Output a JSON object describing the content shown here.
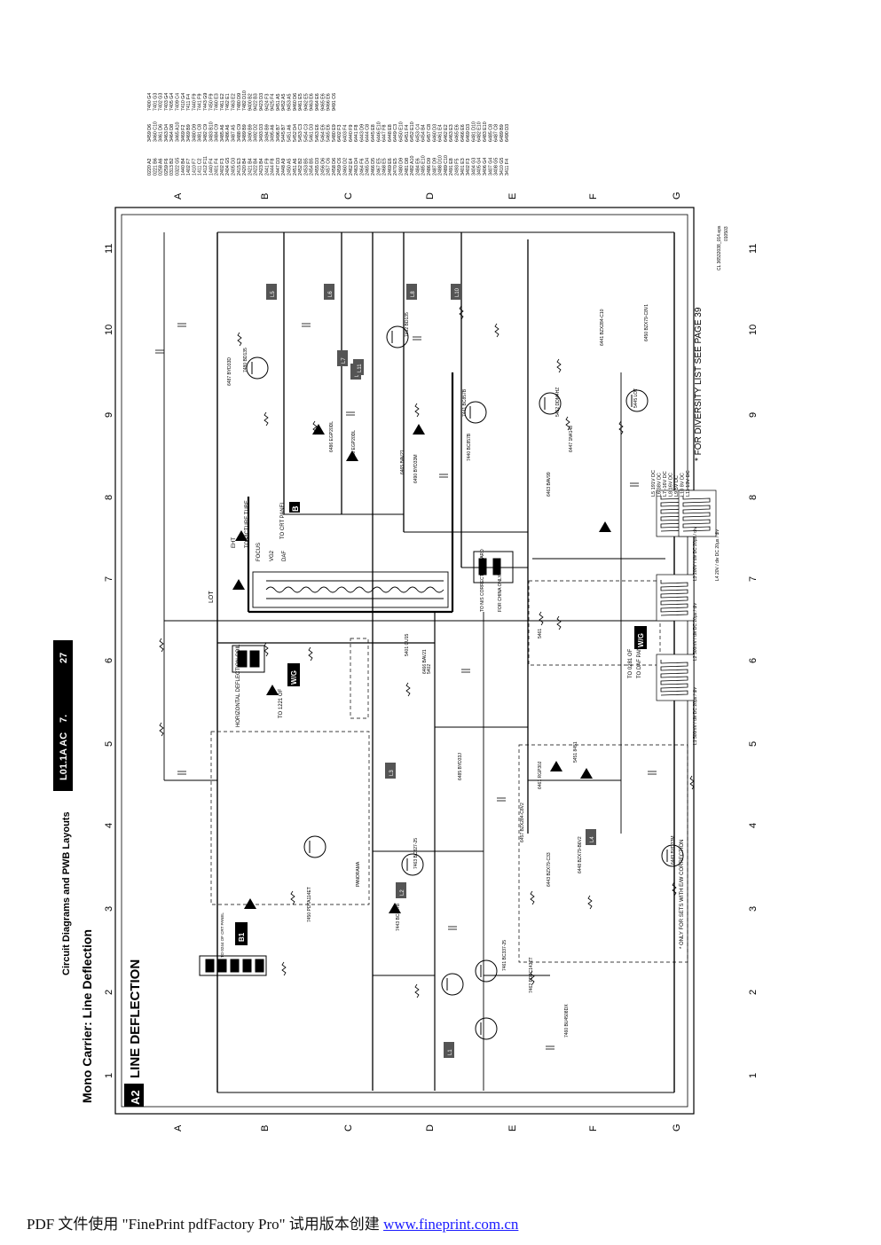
{
  "header": {
    "section": "Circuit Diagrams and PWB Layouts",
    "model": "L01.1A AC",
    "chapter": "7.",
    "page": "27"
  },
  "title": {
    "main": "Mono Carrier: Line Deflection",
    "code": "A2",
    "name": "LINE DEFLECTION"
  },
  "grid": {
    "columns": [
      "1",
      "2",
      "3",
      "4",
      "5",
      "6",
      "7",
      "8",
      "9",
      "10",
      "11"
    ],
    "rows": [
      "A",
      "B",
      "C",
      "D",
      "E",
      "F",
      "G"
    ]
  },
  "labels": {
    "diversity": "* FOR DIVERSITY LIST SEE PAGE 39",
    "ew_note": "*  ONLY FOR SETS WITH E/W CORRECTION",
    "crt_panel": "TO CRT PANEL",
    "crt_panel_box": "B",
    "picture_tube": "TO PICTURE TUBE",
    "focus": "FOCUS",
    "vg2": "VG2",
    "daf": "DAF",
    "eht": "EHT",
    "lot": "LOT",
    "hor_def": "HORIZONTAL DEFLECTION COIL",
    "to_1221": "TO 1221 OF",
    "wg": "W/G",
    "to_0281": "TO 0281 OF",
    "daf_panel": "TO DAF PANEL",
    "daf_wg": "W/G",
    "ns_corr": "TO N/S CORRECTION BOARD",
    "for_china": "FOR CHINA ONLY",
    "panorama": "PANORAMA",
    "to_b1": "TO 0244 OF CRT PANEL",
    "b1": "B1",
    "file": "CL 36532038_014.eps",
    "date": "010503"
  },
  "components": [
    "7460 BU4508DX",
    "7462 PDTC143ZT",
    "7461 BC337-25",
    "7463 BC327-25",
    "7480 BD135",
    "7482 BD135",
    "7441 BC857B",
    "7450 PDTA114ET",
    "7443 BC857B",
    "7440 BC857B",
    "5452 DDM4HZ",
    "5445 LOT",
    "5461",
    "5401 CU15",
    "5402",
    "5451 8451",
    "6449 BYD33M",
    "6461 RGP30J",
    "6485 BYD33J",
    "6487 BYD33D",
    "6486 EGP20DL",
    "6488 EGP20DL",
    "6490 BYD33M",
    "6465 BAV21",
    "6466 BAV21",
    "6463 BAV99",
    "6447 1N4148",
    "6441 BZX284-C10",
    "6450 BZX79-C8V1",
    "6457 BZX284-C8V2",
    "6443 BZX79-C33",
    "6448 BZX79-B6V2"
  ],
  "voltage_legend": {
    "L1": "500mV / div DC 20µs / div",
    "L2": "500mV / div DC 20µs / div",
    "L3": "200V / div DC 20µs / div",
    "L4": "20V / div DC 20µs / div",
    "L5_L11": [
      "L5 191V DC",
      "L6 38V DC",
      "L7 -16V DC",
      "L8 16V DC",
      "L9 5V DC",
      "L10 8V DC",
      "L11 13V DC"
    ]
  },
  "index": [
    "0220 A2",
    "0221 B6",
    "0258 A6",
    "0259 F6",
    "0313 B2",
    "0322 G5",
    "1440 B4",
    "1402 F7",
    "1410 F7",
    "1411 C2",
    "1412 F11",
    "1440 F4",
    "2401 F4",
    "2402 F3",
    "2404 G5",
    "2405 D3",
    "2415 E3",
    "2420 B4",
    "2421 B4",
    "2422 B4",
    "2423 B4",
    "2441 F9",
    "2444 F8",
    "2447 D3",
    "2448 A9",
    "2450 A5",
    "2451 A6",
    "2452 B2",
    "2453 B5",
    "2454 B5",
    "2455 D3",
    "2456 D6",
    "2457 C6",
    "2458 D6",
    "2459 C6",
    "2460 D2",
    "2462 E4",
    "2463 D4",
    "2464 F6",
    "2465 D4",
    "2466 D5",
    "2467 E5",
    "2468 E5",
    "2469 E6",
    "2470 E5",
    "2480 D9",
    "2481 D8",
    "2482 A10",
    "2484 E6",
    "2485 E10",
    "2486 D9",
    "2487 D9",
    "2488 D10",
    "2489 C10",
    "2491 E8",
    "2493 F5",
    "3401 E3",
    "3402 F3",
    "3404 G3",
    "3405 G4",
    "3406 G4",
    "3407 G4",
    "3408 G5",
    "3410 G5",
    "3411 F4"
  ],
  "index2": [
    "3459 D6",
    "3460 C10",
    "3461 D6",
    "3463 D4",
    "3464 D8",
    "3465 A10",
    "3469 F2",
    "3469 B9",
    "3480 D9",
    "3481 C8",
    "3482 C9",
    "3483 B10",
    "3484 C9",
    "3485 A6",
    "3486 A6",
    "3487 A5",
    "3488 C9",
    "3489 B9",
    "3490 B9",
    "3492 D2",
    "3493 D3",
    "3494 B9",
    "3495 A6",
    "3496 B7",
    "5445 B7",
    "5451 A6",
    "5452 D4",
    "5453 C3",
    "5454 C3",
    "5461 D3",
    "5463 E6",
    "5464 E6",
    "5465 E6",
    "5480 E9",
    "6402 F3",
    "6403 F4",
    "6440 F9",
    "6441 F8",
    "6443 D9",
    "6444 C8",
    "6445 E8",
    "6446 E10",
    "6447 F8",
    "6448 E8",
    "6449 C3",
    "6450 E10",
    "6451 F4",
    "6452 E10",
    "6453 C4",
    "6454 B4",
    "6457 C8",
    "6460 D3",
    "6461 E4",
    "6462 E2",
    "6463 E3",
    "6465 E6",
    "6466 E6",
    "6469 D3",
    "6481 D10",
    "6482 E10",
    "6483 E10",
    "6485 C8",
    "6487 C8",
    "6489 B9",
    "6490 D3"
  ],
  "index3": [
    "7400 G4",
    "7401 G3",
    "7402 G3",
    "7403 G4",
    "7405 G4",
    "7409 C4",
    "7410 G4",
    "7411 F4",
    "7440 F9",
    "7441 F9",
    "7443 G9",
    "7450 F9",
    "7460 E3",
    "7461 E2",
    "7462 E1",
    "7463 E2",
    "7480 D9",
    "7482 D10",
    "9400 B2",
    "9422 B3",
    "9423 D3",
    "9424 F3",
    "9425 F4",
    "9451 A5",
    "9452 A5",
    "9453 A5",
    "9460 D6",
    "9461 E5",
    "9462 E5",
    "9463 E6",
    "9464 E6",
    "9465 E6",
    "9466 E6",
    "9491 C6"
  ]
}
